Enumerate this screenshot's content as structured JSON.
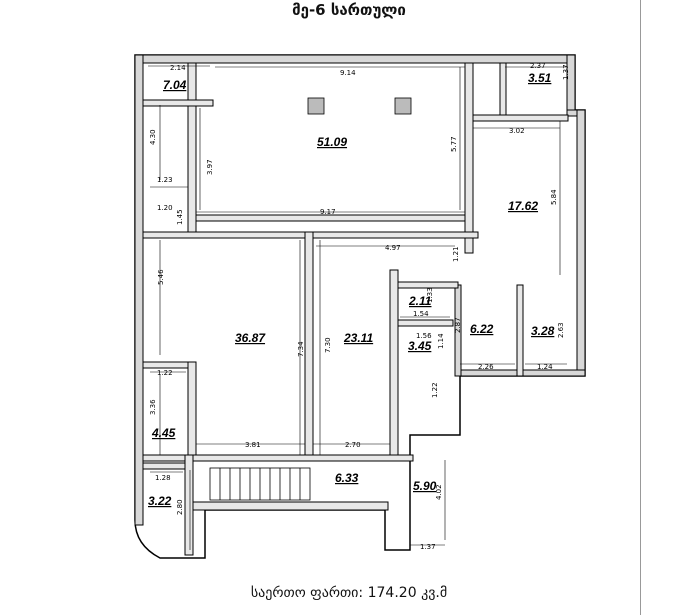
{
  "title": "მე-6 სართული",
  "footer": {
    "label": "საერთო ფართი:",
    "value": "174.20",
    "unit": "კვ.მ"
  },
  "rooms": [
    {
      "id": "r1",
      "area": "7.04"
    },
    {
      "id": "r2",
      "area": "51.09"
    },
    {
      "id": "r3",
      "area": "3.51"
    },
    {
      "id": "r4",
      "area": "17.62"
    },
    {
      "id": "r5",
      "area": "36.87"
    },
    {
      "id": "r6",
      "area": "23.11"
    },
    {
      "id": "r7",
      "area": "2.11"
    },
    {
      "id": "r8",
      "area": "6.22"
    },
    {
      "id": "r9",
      "area": "3.28"
    },
    {
      "id": "r10",
      "area": "3.45"
    },
    {
      "id": "r11",
      "area": "4.45"
    },
    {
      "id": "r12",
      "area": "6.33"
    },
    {
      "id": "r13",
      "area": "5.90"
    },
    {
      "id": "r14",
      "area": "3.22"
    }
  ],
  "dimensions": [
    "2.14",
    "9.14",
    "2.37",
    "1.37",
    "4.30",
    "3.02",
    "3.97",
    "5.77",
    "1.23",
    "5.84",
    "1.20",
    "9.17",
    "1.45",
    "4.97",
    "1.21",
    "5.46",
    "1.33",
    "1.54",
    "2.87",
    "2.63",
    "7.34",
    "7.30",
    "1.56",
    "1.14",
    "1.22",
    "2.26",
    "1.24",
    "1.22",
    "3.36",
    "3.81",
    "2.70",
    "1.28",
    "4.02",
    "2.80",
    "1.37"
  ]
}
